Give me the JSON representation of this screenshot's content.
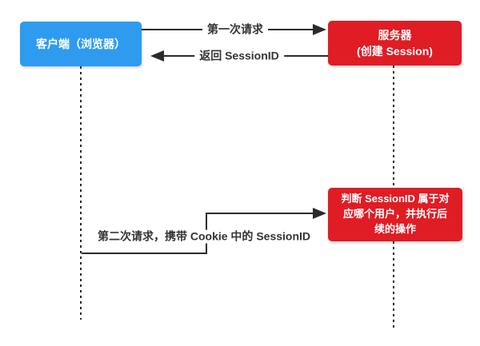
{
  "colors": {
    "client_box": "#2e9bef",
    "server_box": "#e01c24",
    "judge_box": "#e01c24",
    "line": "#2b2b2b",
    "label_text": "#333333",
    "box_text": "#ffffff",
    "background": "#ffffff"
  },
  "nodes": {
    "client": {
      "label": "客户端（浏览器）"
    },
    "server": {
      "label": "服务器\n(创建 Session)"
    },
    "judge": {
      "label": "判断 SessionID 属于对\n应哪个用户，并执行后\n续的操作"
    }
  },
  "messages": {
    "first_request": {
      "label": "第一次请求",
      "from": "client",
      "to": "server"
    },
    "return_session": {
      "label": "返回 SessionID",
      "from": "server",
      "to": "client"
    },
    "second_request": {
      "label": "第二次请求，携带 Cookie 中的 SessionID",
      "from": "client",
      "to": "judge"
    }
  }
}
